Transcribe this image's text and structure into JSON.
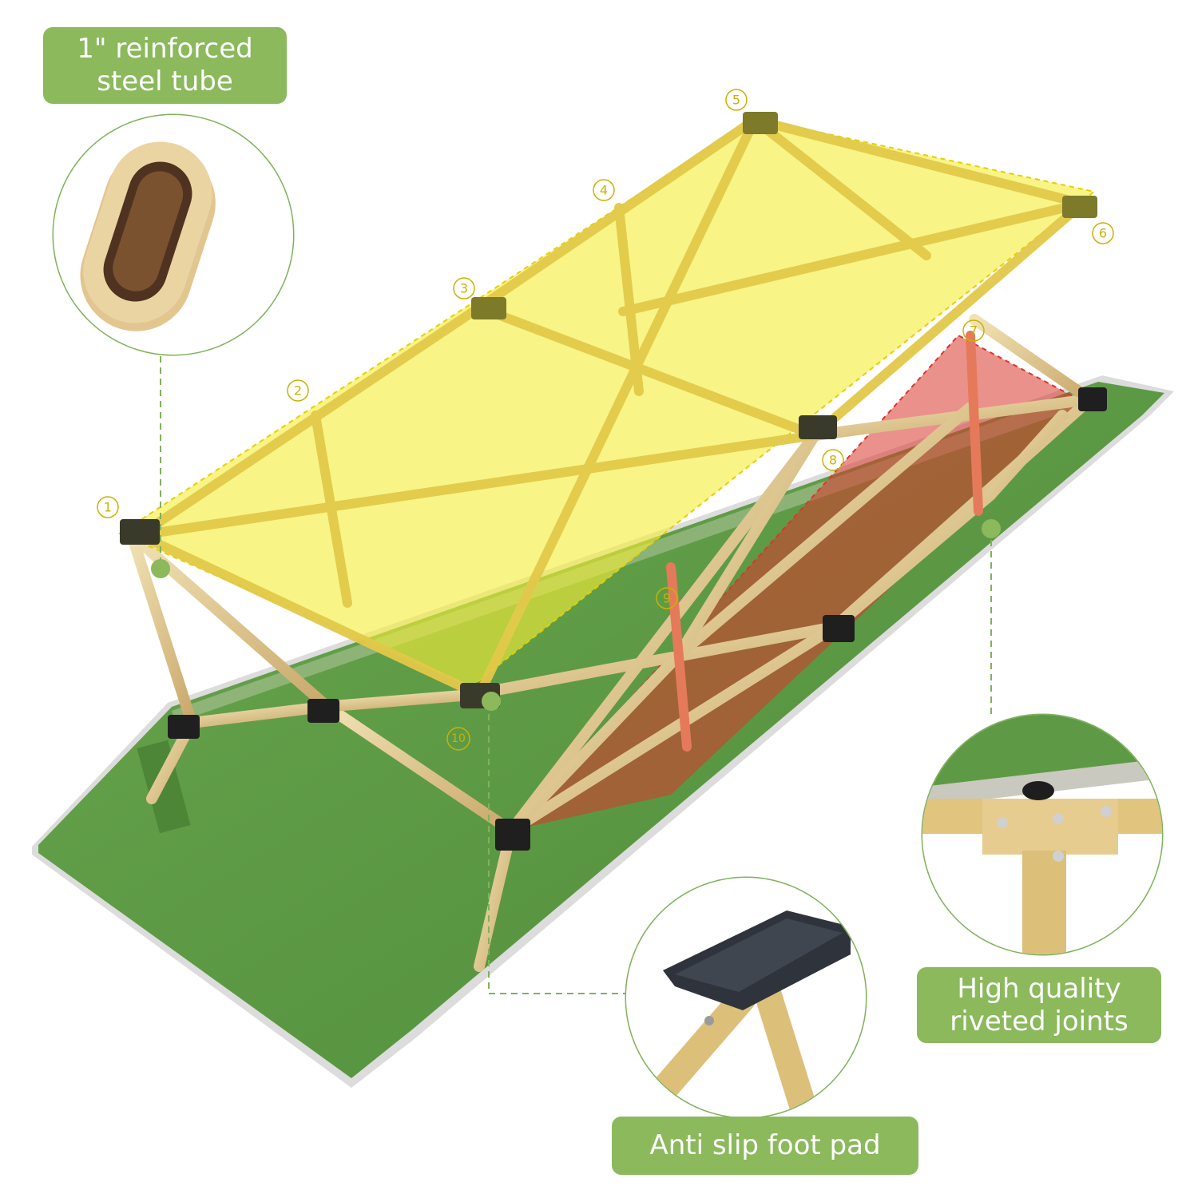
{
  "callouts": {
    "steel_tube": {
      "line1": "1\" reinforced",
      "line2": "steel tube"
    },
    "riveted_joints": {
      "line1": "High quality",
      "line2": "riveted joints"
    },
    "foot_pad": {
      "text": "Anti slip foot pad"
    }
  },
  "markers": [
    "1",
    "2",
    "3",
    "4",
    "5",
    "6",
    "7",
    "8",
    "9",
    "10"
  ],
  "colors": {
    "label_green": "#8bb95c",
    "fabric_green": "#5e9a45",
    "frame_tan": "#e8d39a",
    "top_plane_yellow": "#f4ee3a",
    "inner_plane_red": "#d9362c",
    "marker_yellow": "#c9b300"
  }
}
